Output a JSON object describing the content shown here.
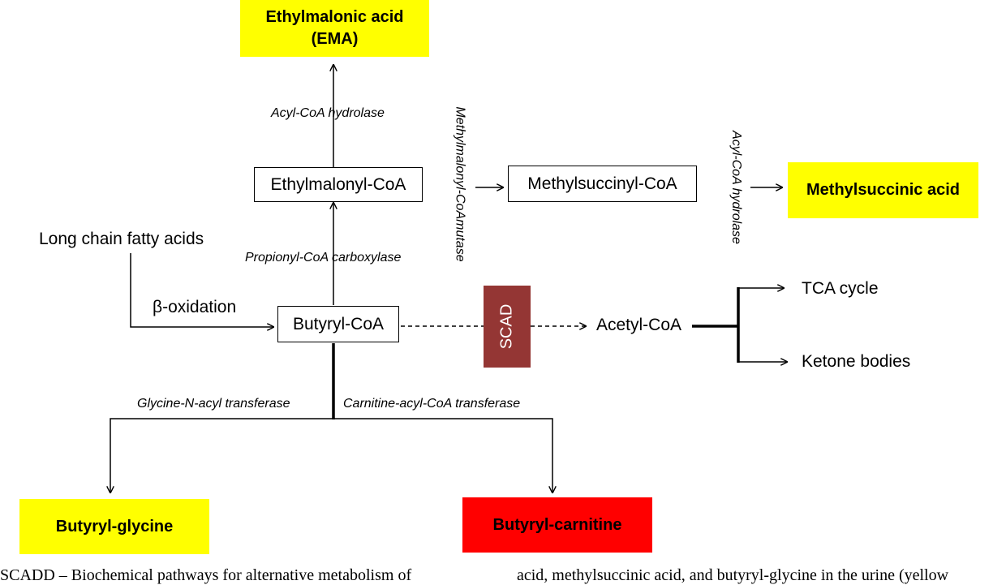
{
  "colors": {
    "yellow_highlight": "#ffff00",
    "red_highlight": "#ff0000",
    "scad_block": "#943634",
    "line": "#000000"
  },
  "products": {
    "ema": "Ethylmalonic acid\n(EMA)",
    "methylsuccinic_acid": "Methylsuccinic acid",
    "butyryl_glycine": "Butyryl-glycine",
    "butyryl_carnitine": "Butyryl-carnitine"
  },
  "intermediates": {
    "ethylmalonyl_coa": "Ethylmalonyl-CoA",
    "methylsuccinyl_coa": "Methylsuccinyl-CoA",
    "butyryl_coa": "Butyryl-CoA"
  },
  "metabolites": {
    "long_chain_fatty_acids": "Long chain fatty acids",
    "beta_oxidation": "β-oxidation",
    "acetyl_coa": "Acetyl-CoA",
    "tca_cycle": "TCA cycle",
    "ketone_bodies": "Ketone bodies"
  },
  "enzymes": {
    "acyl_coa_hydrolase_1": "Acyl-CoA hydrolase",
    "acyl_coa_hydrolase_2": "Acyl-CoA hydrolase",
    "methylmalonyl_coa_mutase": "Methylmalonyl-CoAmutase",
    "propionyl_coa_carboxylase": "Propionyl-CoA carboxylase",
    "glycine_n_acyl_transferase": "Glycine-N-acyl transferase",
    "carnitine_acyl_coa_transferase": "Carnitine-acyl-CoA transferase",
    "scad": "SCAD"
  },
  "caption": {
    "left": "SCADD – Biochemical pathways for alternative metabolism of",
    "right": "acid, methylsuccinic acid, and butyryl-glycine in the urine (yellow"
  }
}
